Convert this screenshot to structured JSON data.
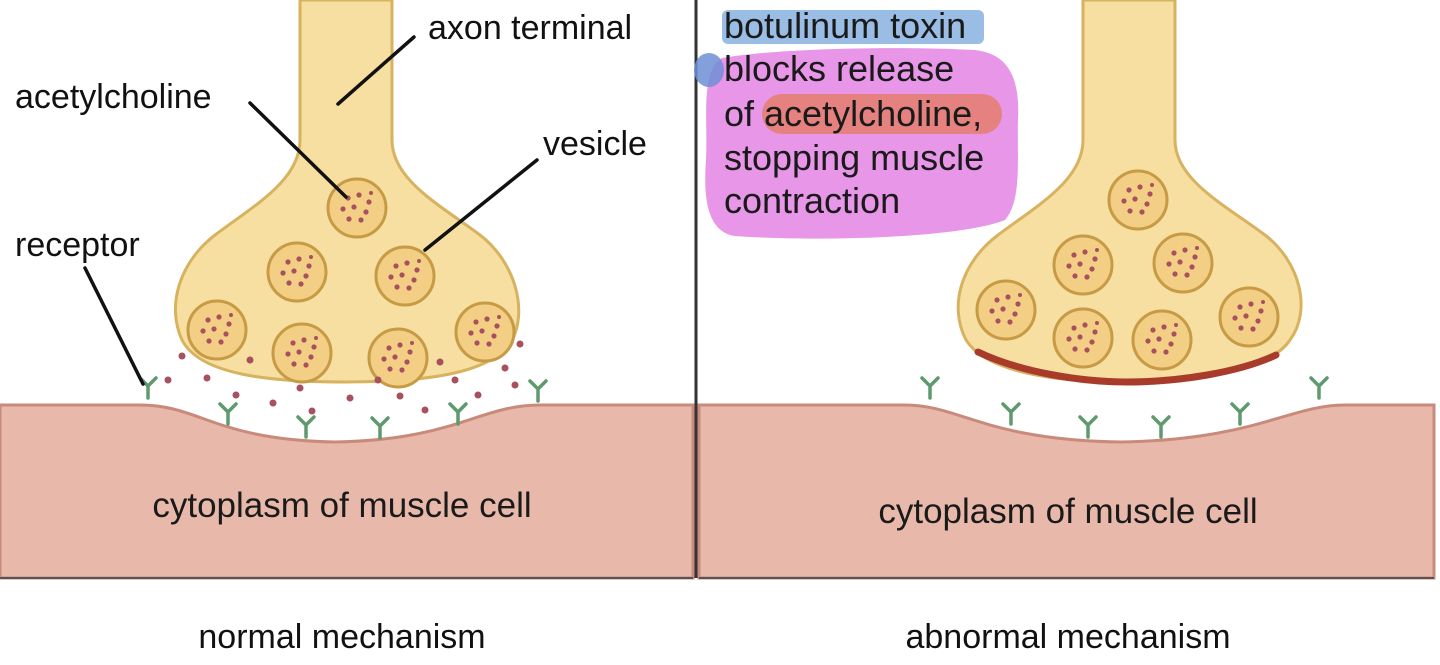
{
  "labels": {
    "axon_terminal": "axon terminal",
    "acetylcholine": "acetylcholine",
    "vesicle": "vesicle",
    "receptor": "receptor"
  },
  "cytoplasm_left": "cytoplasm of muscle cell",
  "cytoplasm_right": "cytoplasm of muscle cell",
  "caption_left": "normal mechanism",
  "caption_right": "abnormal mechanism",
  "annotation": {
    "line1": "botulinum toxin",
    "line2": "blocks release",
    "line3_prefix": "of ",
    "line3_highlight": "acetylcholine,",
    "line4": "stopping muscle",
    "line5": "contraction"
  },
  "colors": {
    "terminal_fill": "#f6dfa0",
    "terminal_stroke": "#d7b25f",
    "muscle_fill": "#e8b9aa",
    "muscle_border": "#c98a7c",
    "vesicle_dot": "#a8505e",
    "receptor": "#5e9a6d",
    "highlight_blue": "#8fb6e2",
    "highlight_magenta": "#e48be6",
    "highlight_salmon": "#e5817a",
    "toxin_block": "#a93b2b"
  }
}
